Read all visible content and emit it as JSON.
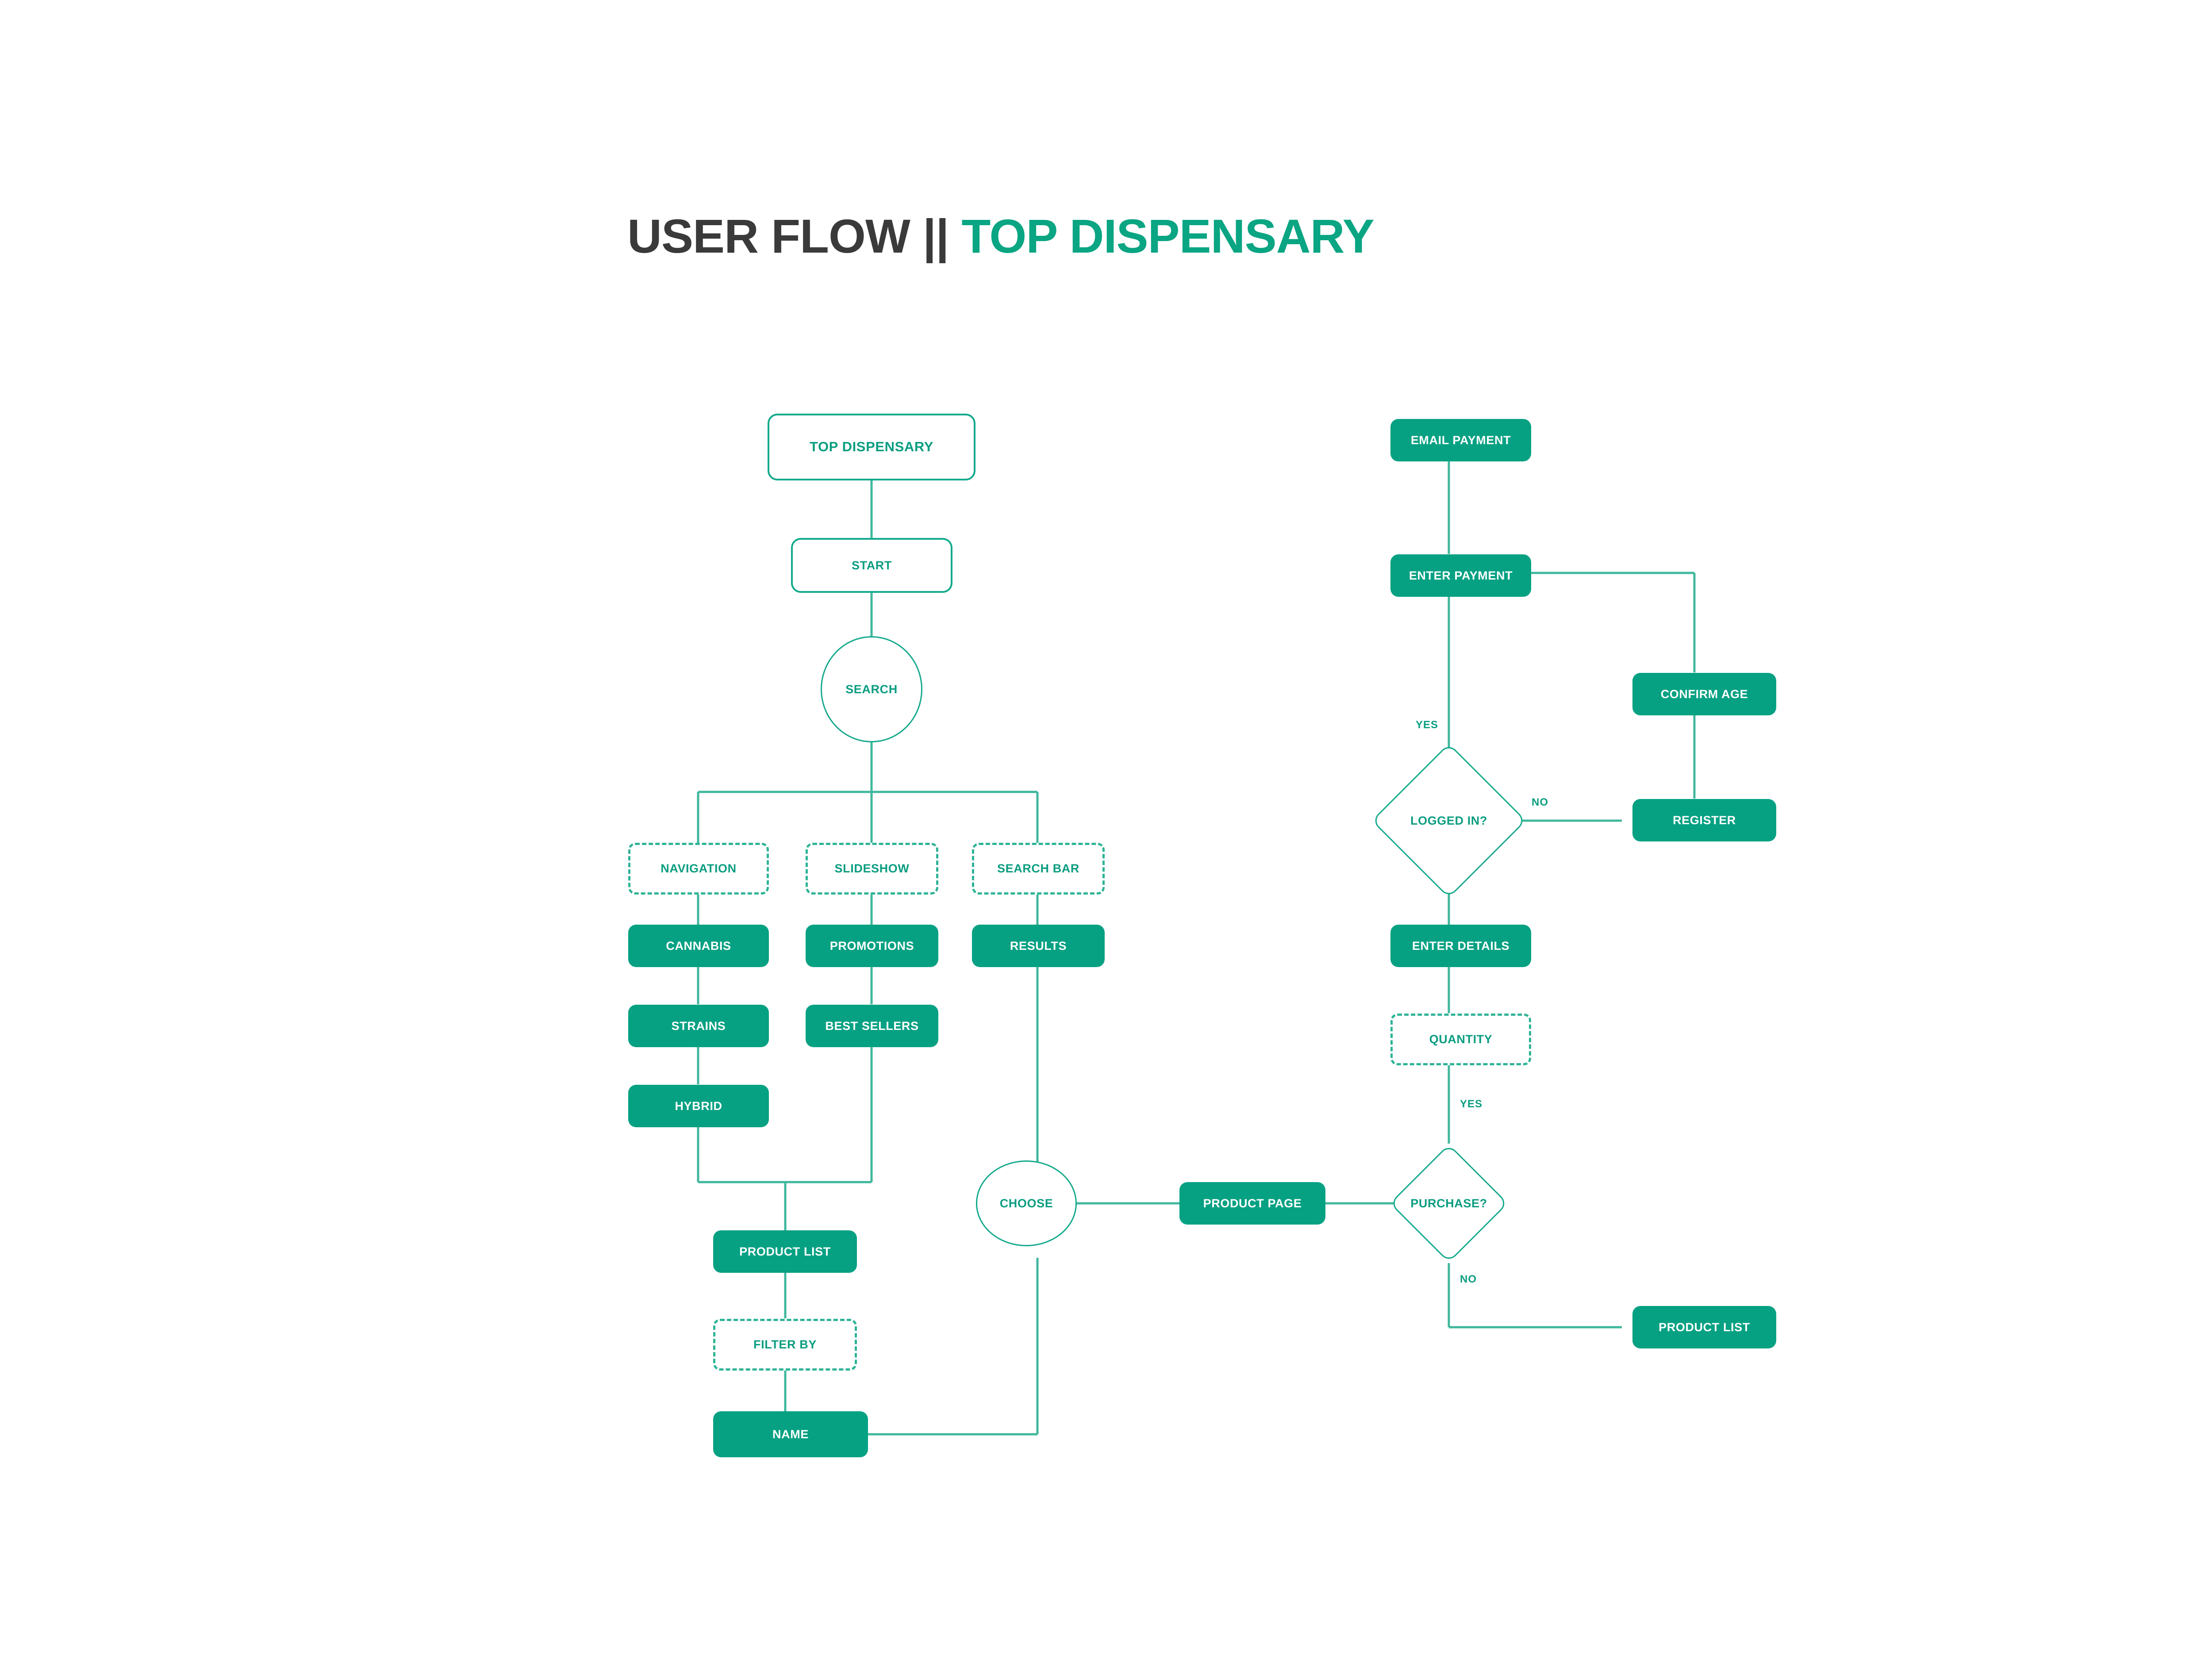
{
  "title": {
    "dark": "USER FLOW ||",
    "accent": "TOP DISPENSARY"
  },
  "colors": {
    "accent": "#06a183",
    "accent_border": "#14a98c",
    "accent_text": "#0a9d80",
    "title_dark": "#3a3a3a",
    "connector": "#3fb79c",
    "background": "#ffffff"
  },
  "nodes": {
    "top_dispensary": {
      "label": "TOP DISPENSARY",
      "style": "outline",
      "shape": "rounded-rect"
    },
    "start": {
      "label": "START",
      "style": "outline",
      "shape": "rounded-rect"
    },
    "search": {
      "label": "SEARCH",
      "style": "outline",
      "shape": "ellipse"
    },
    "navigation": {
      "label": "NAVIGATION",
      "style": "dashed",
      "shape": "rounded-rect"
    },
    "slideshow": {
      "label": "SLIDESHOW",
      "style": "dashed",
      "shape": "rounded-rect"
    },
    "search_bar": {
      "label": "SEARCH BAR",
      "style": "dashed",
      "shape": "rounded-rect"
    },
    "cannabis": {
      "label": "CANNABIS",
      "style": "filled",
      "shape": "rounded-rect"
    },
    "promotions": {
      "label": "PROMOTIONS",
      "style": "filled",
      "shape": "rounded-rect"
    },
    "results": {
      "label": "RESULTS",
      "style": "filled",
      "shape": "rounded-rect"
    },
    "strains": {
      "label": "STRAINS",
      "style": "filled",
      "shape": "rounded-rect"
    },
    "best_sellers": {
      "label": "BEST SELLERS",
      "style": "filled",
      "shape": "rounded-rect"
    },
    "hybrid": {
      "label": "HYBRID",
      "style": "filled",
      "shape": "rounded-rect"
    },
    "product_list_left": {
      "label": "PRODUCT LIST",
      "style": "filled",
      "shape": "rounded-rect"
    },
    "filter_by": {
      "label": "FILTER BY",
      "style": "dashed",
      "shape": "rounded-rect"
    },
    "name": {
      "label": "NAME",
      "style": "filled",
      "shape": "rounded-rect"
    },
    "choose": {
      "label": "CHOOSE",
      "style": "outline",
      "shape": "ellipse"
    },
    "product_page": {
      "label": "PRODUCT PAGE",
      "style": "filled",
      "shape": "rounded-rect"
    },
    "purchase": {
      "label": "PURCHASE?",
      "style": "outline",
      "shape": "diamond"
    },
    "quantity": {
      "label": "QUANTITY",
      "style": "dashed",
      "shape": "rounded-rect"
    },
    "enter_details": {
      "label": "ENTER DETAILS",
      "style": "filled",
      "shape": "rounded-rect"
    },
    "logged_in": {
      "label": "LOGGED IN?",
      "style": "outline",
      "shape": "diamond"
    },
    "register": {
      "label": "REGISTER",
      "style": "filled",
      "shape": "rounded-rect"
    },
    "confirm_age": {
      "label": "CONFIRM AGE",
      "style": "filled",
      "shape": "rounded-rect"
    },
    "enter_payment": {
      "label": "ENTER PAYMENT",
      "style": "filled",
      "shape": "rounded-rect"
    },
    "email_payment": {
      "label": "EMAIL PAYMENT",
      "style": "filled",
      "shape": "rounded-rect"
    },
    "product_list_right": {
      "label": "PRODUCT LIST",
      "style": "filled",
      "shape": "rounded-rect"
    }
  },
  "edge_labels": {
    "logged_in_yes": "YES",
    "logged_in_no": "NO",
    "purchase_yes": "YES",
    "purchase_no": "NO"
  }
}
